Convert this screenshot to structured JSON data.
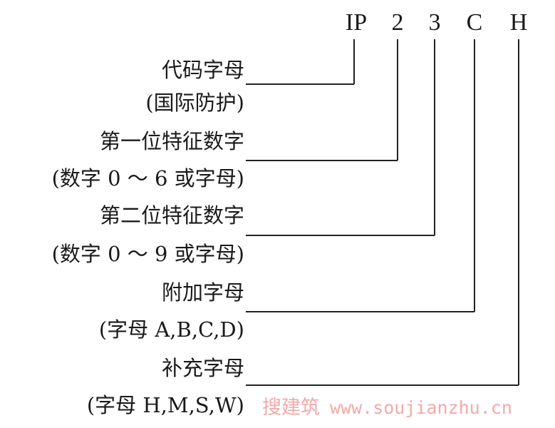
{
  "code": {
    "ip": "IP",
    "digit1": "2",
    "digit2": "3",
    "letter_additional": "C",
    "letter_supplementary": "H"
  },
  "labels": {
    "code_letters": {
      "title": "代码字母",
      "note": "(国际防护)"
    },
    "first_digit": {
      "title": "第一位特征数字",
      "note": "(数字 0 ～ 6 或字母)"
    },
    "second_digit": {
      "title": "第二位特征数字",
      "note": "(数字 0 ～ 9 或字母)"
    },
    "additional_letter": {
      "title": "附加字母",
      "note": "(字母 A,B,C,D)"
    },
    "supplementary_letter": {
      "title": "补充字母",
      "note": "(字母 H,M,S,W)"
    }
  },
  "watermark": {
    "site_name": "搜建筑",
    "url": "www.soujianzhu.cn"
  },
  "colors": {
    "text": "#1a1a1a",
    "lines": "#222222",
    "watermark": "#f4a9a9"
  }
}
